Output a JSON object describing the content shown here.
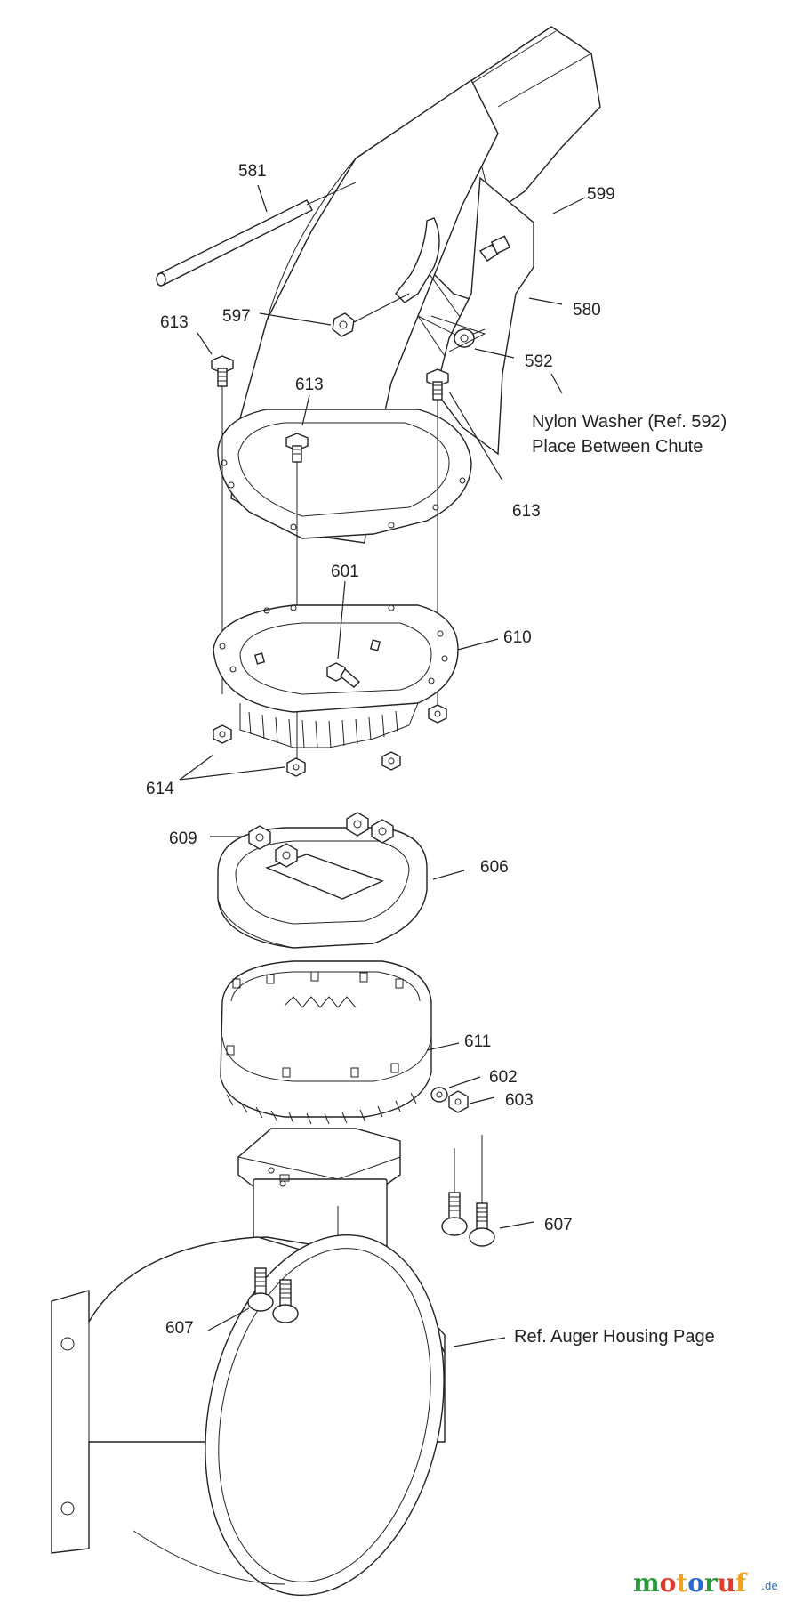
{
  "diagram": {
    "labels": {
      "l581": "581",
      "l599": "599",
      "l580": "580",
      "l597": "597",
      "l613a": "613",
      "l613b": "613",
      "l613c": "613",
      "l592": "592",
      "l601": "601",
      "l610": "610",
      "l614": "614",
      "l609": "609",
      "l606": "606",
      "l611": "611",
      "l602": "602",
      "l603": "603",
      "l607a": "607",
      "l607b": "607"
    },
    "notes": {
      "nylon_line1": "Nylon Washer (Ref. 592)",
      "nylon_line2": "Place Between Chute",
      "ref_auger": "Ref. Auger Housing Page"
    },
    "watermark": {
      "brand": "motoruf",
      "tld": ".de",
      "colors": [
        "#2a9a3a",
        "#e23a2a",
        "#f2a020",
        "#2a6ad0"
      ]
    }
  }
}
